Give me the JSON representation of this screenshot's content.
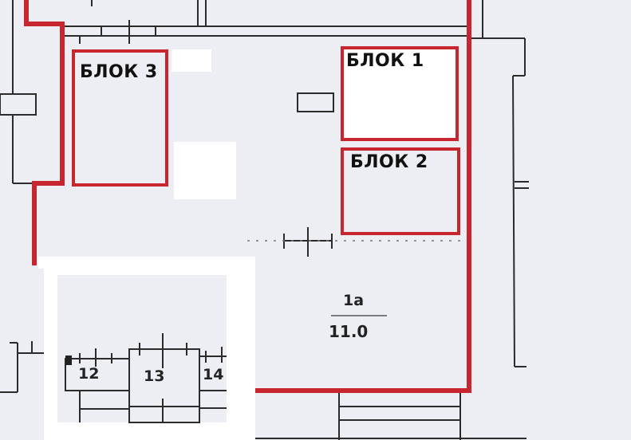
{
  "plan": {
    "type": "floor-plan",
    "background_color": "#eceef3",
    "highlight_color": "#c8262e",
    "line_color": "#2a2a2a",
    "blocks": [
      {
        "id": "block-1",
        "label": "БЛОК 1"
      },
      {
        "id": "block-2",
        "label": "БЛОК 2"
      },
      {
        "id": "block-3",
        "label": "БЛОК 3"
      }
    ],
    "main_room": {
      "number": "1а",
      "area": "11.0"
    },
    "stair_rooms": [
      {
        "number": "12"
      },
      {
        "number": "13"
      },
      {
        "number": "14"
      }
    ]
  }
}
